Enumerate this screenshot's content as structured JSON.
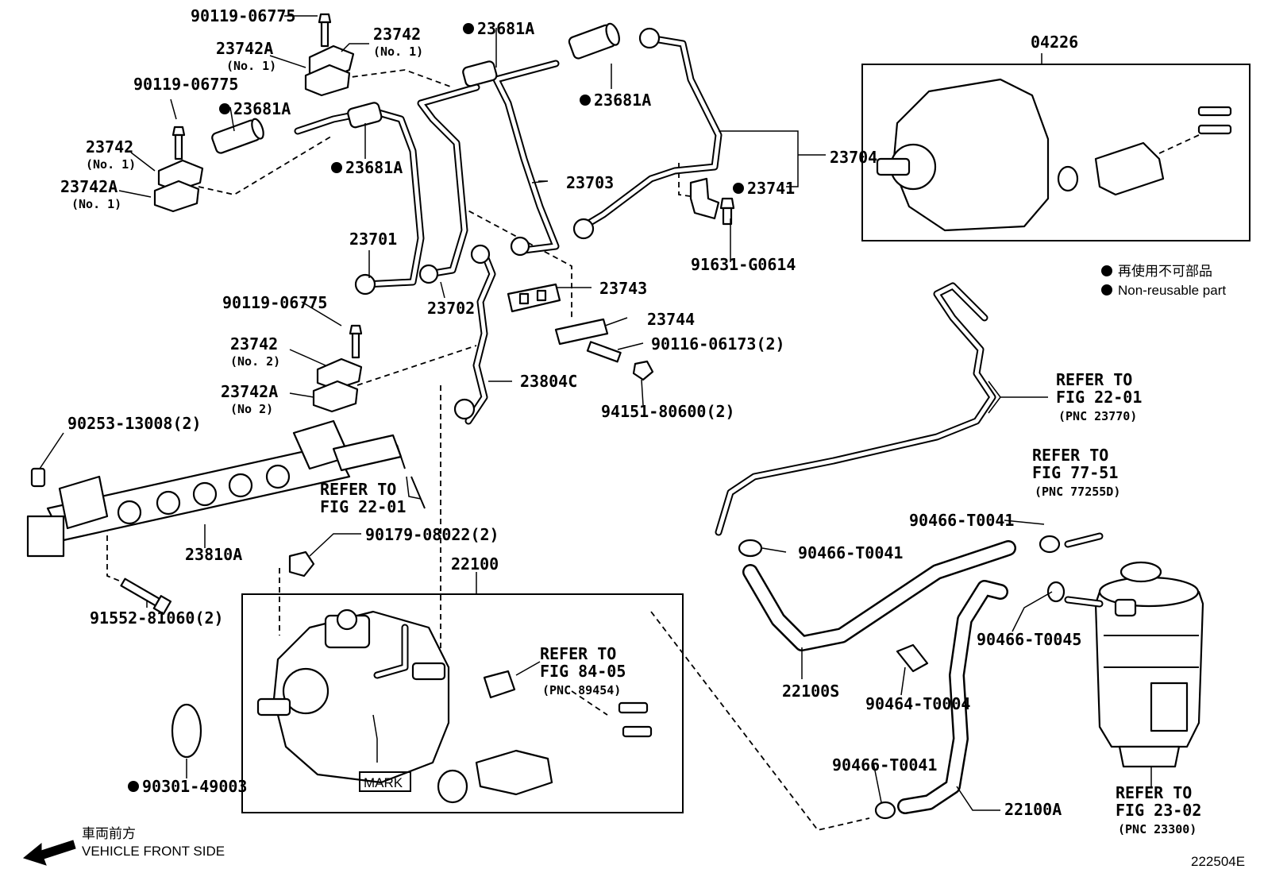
{
  "parts": {
    "p_90119_a": "90119-06775",
    "p_23742A_a": "23742A",
    "p_23742A_a_sub": "(No. 1)",
    "p_23742_a": "23742",
    "p_23742_a_sub": "(No. 1)",
    "p_23681A_a": "23681A",
    "p_90119_b": "90119-06775",
    "p_23681A_b": "23681A",
    "p_23742_b": "23742",
    "p_23742_b_sub": "(No. 1)",
    "p_23742A_b": "23742A",
    "p_23742A_b_sub": "(No. 1)",
    "p_23681A_c": "23681A",
    "p_23681A_d": "23681A",
    "p_23703": "23703",
    "p_23704": "23704",
    "p_23741": "23741",
    "p_91631": "91631-G0614",
    "p_04226": "04226",
    "p_23701": "23701",
    "p_23702": "23702",
    "p_23743": "23743",
    "p_23744": "23744",
    "p_90116": "90116-06173(2)",
    "p_94151": "94151-80600(2)",
    "p_90119_c": "90119-06775",
    "p_23742_c": "23742",
    "p_23742_c_sub": "(No. 2)",
    "p_23742A_c": "23742A",
    "p_23742A_c_sub": "(No 2)",
    "p_23804C": "23804C",
    "p_90253": "90253-13008(2)",
    "p_23810A": "23810A",
    "p_90179": "90179-08022(2)",
    "p_91552": "91552-81060(2)",
    "p_22100": "22100",
    "p_mark": "MARK",
    "p_90301": "90301-49003",
    "p_90466_a": "90466-T0041",
    "p_90466_b": "90466-T0041",
    "p_22100S": "22100S",
    "p_90464": "90464-T0004",
    "p_90466_c": "90466-T0045",
    "p_90466_d": "90466-T0041",
    "p_22100A": "22100A"
  },
  "refs": {
    "ref_a_1": "REFER TO",
    "ref_a_2": "FIG 22-01",
    "ref_b_1": "REFER TO",
    "ref_b_2": "FIG 84-05",
    "ref_b_3": "(PNC 89454)",
    "ref_c_1": "REFER TO",
    "ref_c_2": "FIG 22-01",
    "ref_c_3": "(PNC 23770)",
    "ref_d_1": "REFER TO",
    "ref_d_2": "FIG 77-51",
    "ref_d_3": "(PNC 77255D)",
    "ref_e_1": "REFER TO",
    "ref_e_2": "FIG 23-02",
    "ref_e_3": "(PNC 23300)"
  },
  "legend": {
    "jp": "再使用不可部品",
    "en": "Non-reusable part"
  },
  "front": {
    "jp": "車両前方",
    "en": "VEHICLE FRONT SIDE"
  },
  "figure_id": "222504E"
}
